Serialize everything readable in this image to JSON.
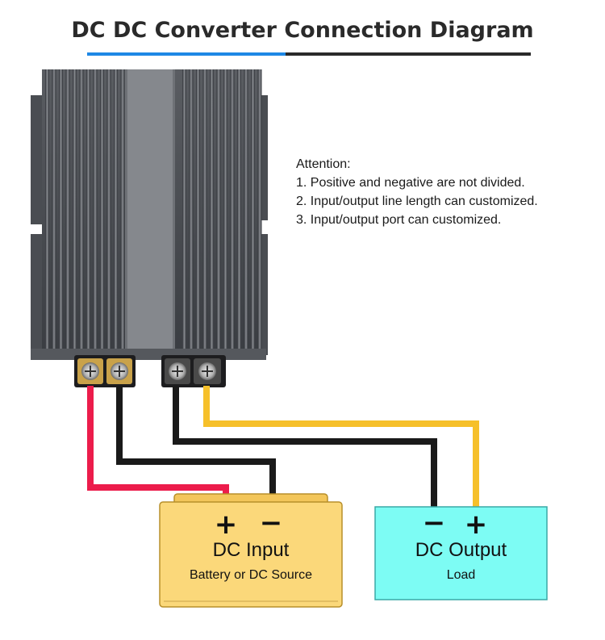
{
  "title": "DC DC Converter Connection Diagram",
  "attention": {
    "heading": "Attention:",
    "items": [
      "1. Positive and negative are not divided.",
      "2. Input/output line length can customized.",
      "3. Input/output port can customized."
    ]
  },
  "input_box": {
    "plus": "+",
    "minus": "−",
    "label": "DC Input",
    "sublabel": "Battery or DC Source"
  },
  "output_box": {
    "minus": "−",
    "plus": "+",
    "label": "DC Output",
    "sublabel": "Load"
  },
  "colors": {
    "positive_input_wire": "#ec1c4b",
    "negative_wire": "#1a1a1a",
    "positive_output_wire": "#f6c02a",
    "input_box_fill": "#fbd87a",
    "output_box_fill": "#7dfcf4",
    "accent": "#1e88e5"
  }
}
